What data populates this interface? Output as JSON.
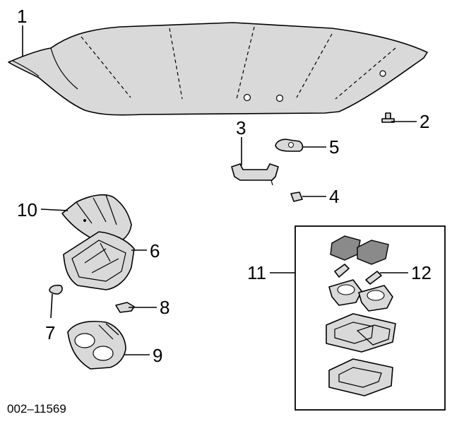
{
  "diagram": {
    "drawing_number": "002–11569",
    "callouts": [
      "1",
      "2",
      "3",
      "4",
      "5",
      "6",
      "7",
      "8",
      "9",
      "10",
      "11",
      "12"
    ]
  }
}
